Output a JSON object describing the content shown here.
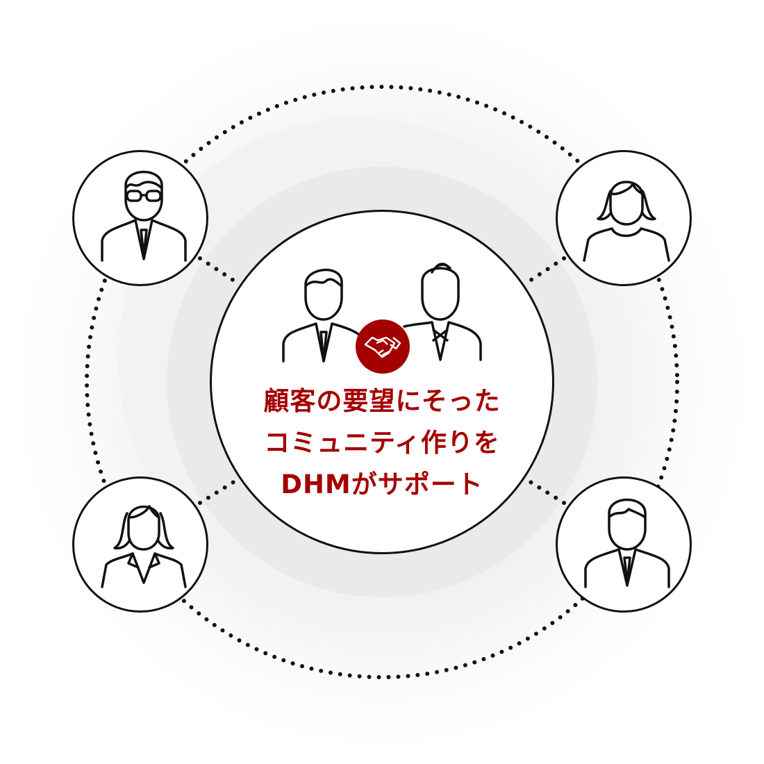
{
  "diagram": {
    "headline": {
      "line1": "顧客の要望にそった",
      "line2": "コミュニティ作りを",
      "line3": "DHMがサポート"
    },
    "center_icons": [
      "businessman-icon",
      "handshake-icon",
      "businessman-icon"
    ],
    "nodes": [
      {
        "position": "top-left",
        "icon": "man-with-glasses-icon"
      },
      {
        "position": "top-right",
        "icon": "woman-icon"
      },
      {
        "position": "bottom-left",
        "icon": "businesswoman-icon"
      },
      {
        "position": "bottom-right",
        "icon": "businessman-icon"
      }
    ],
    "colors": {
      "accent": "#a30000",
      "line": "#111111",
      "ring_outer": "#f2f2f2",
      "ring_inner": "#eaeaea"
    }
  }
}
